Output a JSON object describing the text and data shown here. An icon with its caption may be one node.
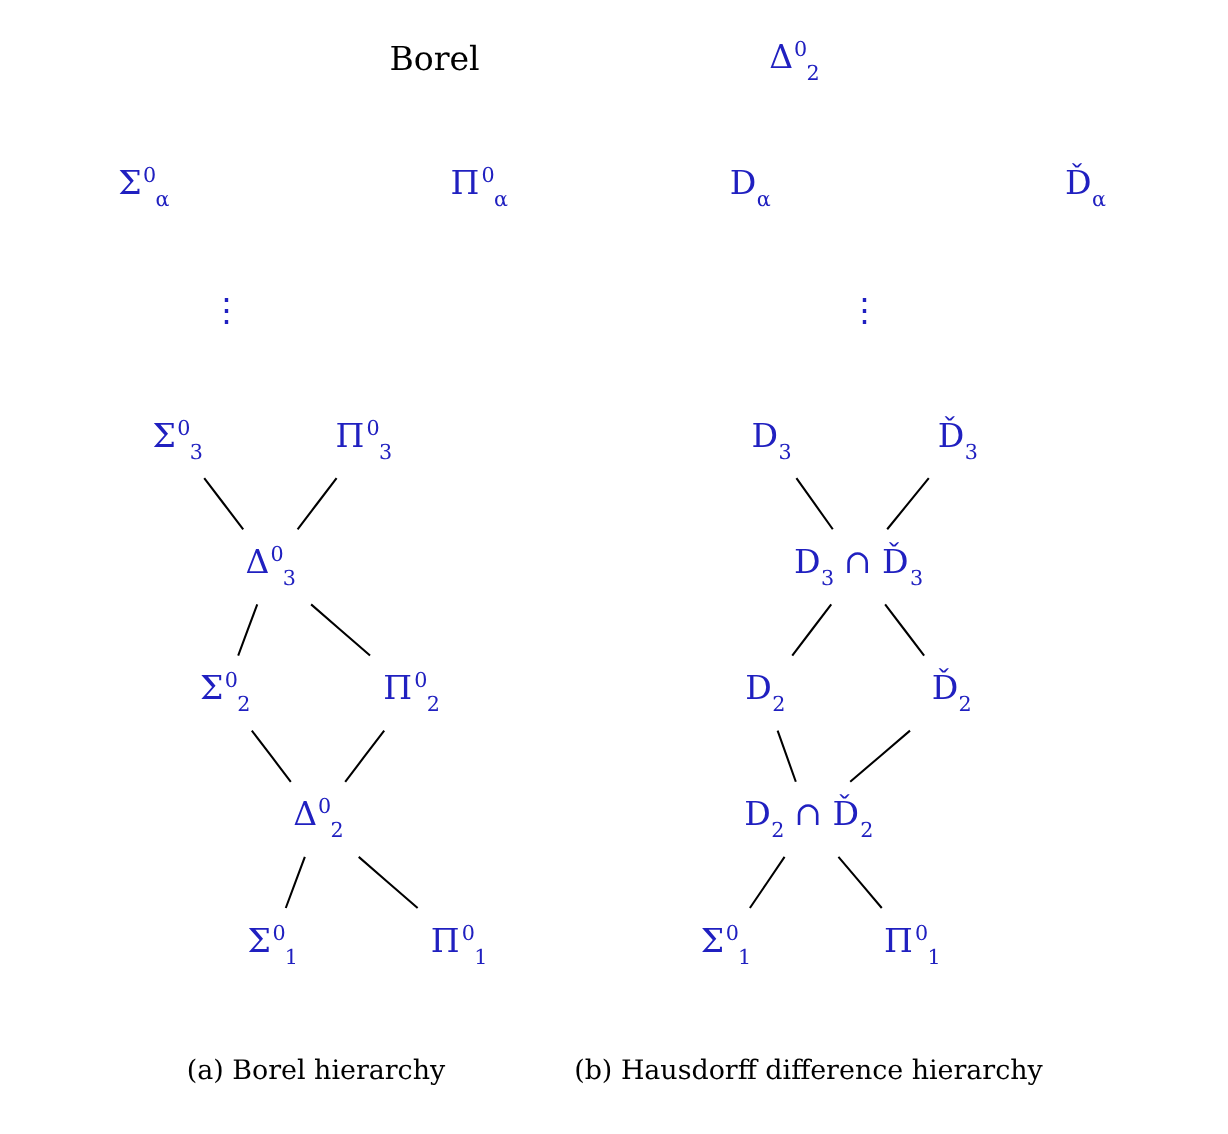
{
  "diagram": {
    "nodes": [
      {
        "text": [
          "Σ$^{0}$$_{3}$"
        ]
      },
      {
        "text": [
          "Π$^{0}$$_{3}$"
        ]
      },
      {
        "text": [
          "Δ$^{0}$$_{3}$"
        ]
      },
      {
        "text": [
          "Σ$^{0}$$_{2}$"
        ]
      },
      {
        "text": [
          "Π$^{0}$$_{2}$"
        ]
      },
      {
        "text": [
          "Δ$^{0}$$_{2}$"
        ]
      },
      {
        "text": [
          "Σ$^{0}$$_{1}$"
        ]
      },
      {
        "text": [
          "Π$^{0}$$_{1}$"
        ]
      },
      {
        "text": [
          "D$_{3}$"
        ]
      },
      {
        "text": [
          "Ď$_{3}$"
        ]
      },
      {
        "text": [
          "D$_{3}$ ∩ Ď$_{3}$"
        ]
      },
      {
        "text": [
          "D$_{2}$"
        ]
      },
      {
        "text": [
          "Ď$_{2}$"
        ]
      },
      {
        "text": [
          "D$_{2}$ ∩ Ď$_{2}$"
        ]
      },
      {
        "text": [
          "Σ$^{0}$$_{1}$"
        ]
      },
      {
        "text": [
          "Π$^{0}$$_{1}$"
        ]
      }
    ],
    "edges": [
      {
        "from": 0,
        "to": 2,
        "arrow": "none"
      },
      {
        "from": 1,
        "to": 2,
        "arrow": "none"
      },
      {
        "from": 2,
        "to": 3,
        "arrow": "none"
      },
      {
        "from": 2,
        "to": 4,
        "arrow": "none"
      },
      {
        "from": 3,
        "to": 5,
        "arrow": "none"
      },
      {
        "from": 4,
        "to": 5,
        "arrow": "none"
      },
      {
        "from": 5,
        "to": 6,
        "arrow": "none"
      },
      {
        "from": 5,
        "to": 7,
        "arrow": "none"
      },
      {
        "from": 8,
        "to": 10,
        "arrow": "none"
      },
      {
        "from": 9,
        "to": 10,
        "arrow": "none"
      },
      {
        "from": 10,
        "to": 11,
        "arrow": "none"
      },
      {
        "from": 10,
        "to": 12,
        "arrow": "none"
      },
      {
        "from": 11,
        "to": 13,
        "arrow": "none"
      },
      {
        "from": 12,
        "to": 13,
        "arrow": "none"
      },
      {
        "from": 13,
        "to": 14,
        "arrow": "none"
      },
      {
        "from": 13,
        "to": 15,
        "arrow": "none"
      }
    ],
    "labels": [
      "Borel",
      "Δ$^{0}$$_{2}$",
      "Σ$^{0}$$_{α}$",
      "Π$^{0}$$_{α}$",
      "D$_{α}$",
      "Ď$_{α}$",
      "⋮",
      "⋮",
      "(a) Borel hierarchy",
      "(b) Hausdorff difference hierarchy"
    ]
  }
}
